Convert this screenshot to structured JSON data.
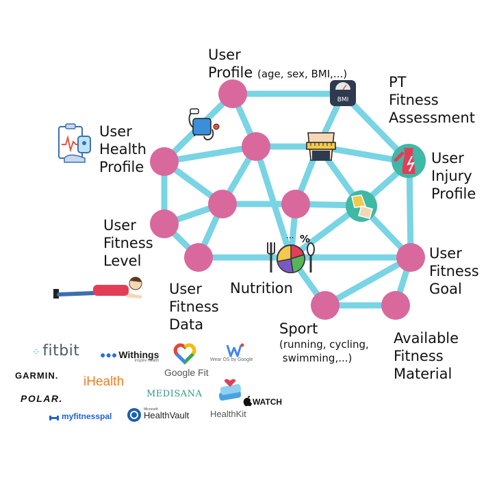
{
  "colors": {
    "edge": "#79d4e4",
    "node": "#d9689d",
    "node_stroke": "#c85a8e",
    "text": "#111111"
  },
  "labels": {
    "user_profile_line1": "User",
    "user_profile_line2": "Profile",
    "user_profile_sub": "(age, sex, BMI,...)",
    "pt_line1": "PT",
    "pt_line2": "Fitness",
    "pt_line3": "Assessment",
    "health_line1": "User",
    "health_line2": "Health",
    "health_line3": "Profile",
    "injury_line1": "User",
    "injury_line2": "Injury",
    "injury_line3": "Profile",
    "level_line1": "User",
    "level_line2": "Fitness",
    "level_line3": "Level",
    "goal_line1": "User",
    "goal_line2": "Fitness",
    "goal_line3": "Goal",
    "nutrition": "Nutrition",
    "data_line1": "User",
    "data_line2": "Fitness",
    "data_line3": "Data",
    "sport_line1": "Sport",
    "sport_line2": "(running, cycling,",
    "sport_line3": " swimming,...)",
    "material_line1": "Available",
    "material_line2": "Fitness",
    "material_line3": "Material",
    "bmi_icon_text": "BMI",
    "percent_icon_text": "%"
  },
  "logos": {
    "fitbit": "fitbit",
    "withings": "Withings",
    "withings_tag": "Inspire health",
    "garmin": "GARMIN.",
    "ihealth": "iHealth",
    "medisana": "MEDISANA",
    "polar": "POLAR.",
    "myfitnesspal": "myfitnesspal",
    "healthvault_ms": "Microsoft",
    "healthvault": "HealthVault",
    "google_fit": "Google Fit",
    "wear_os": "Wear OS by Google",
    "apple_watch": "WATCH",
    "healthkit": "HealthKit"
  },
  "icons": {
    "blood_pressure": "blood-pressure-monitor-icon",
    "bmi_scale": "bmi-scale-icon",
    "tape_measure": "tape-measure-icon",
    "injury": "injury-body-icon",
    "clipboard": "health-clipboard-icon",
    "joint": "joint-icon",
    "nutrition": "nutrition-pie-icon",
    "plank": "plank-person-icon"
  },
  "graph": {
    "nodes": [
      {
        "id": "profile"
      },
      {
        "id": "bmi"
      },
      {
        "id": "health"
      },
      {
        "id": "c1"
      },
      {
        "id": "tape"
      },
      {
        "id": "injury"
      },
      {
        "id": "c2"
      },
      {
        "id": "c3"
      },
      {
        "id": "joint"
      },
      {
        "id": "level"
      },
      {
        "id": "data"
      },
      {
        "id": "nutrition"
      },
      {
        "id": "goal"
      },
      {
        "id": "sport"
      },
      {
        "id": "material"
      }
    ],
    "edges": [
      [
        "profile",
        "bmi"
      ],
      [
        "profile",
        "health"
      ],
      [
        "profile",
        "c1"
      ],
      [
        "bmi",
        "injury"
      ],
      [
        "bmi",
        "tape"
      ],
      [
        "health",
        "c1"
      ],
      [
        "health",
        "level"
      ],
      [
        "health",
        "c2"
      ],
      [
        "c1",
        "tape"
      ],
      [
        "c1",
        "c2"
      ],
      [
        "c1",
        "nutrition"
      ],
      [
        "tape",
        "injury"
      ],
      [
        "tape",
        "joint"
      ],
      [
        "tape",
        "c3"
      ],
      [
        "injury",
        "joint"
      ],
      [
        "injury",
        "goal"
      ],
      [
        "c2",
        "c3"
      ],
      [
        "c2",
        "level"
      ],
      [
        "c2",
        "data"
      ],
      [
        "c3",
        "joint"
      ],
      [
        "c3",
        "nutrition"
      ],
      [
        "joint",
        "nutrition"
      ],
      [
        "joint",
        "goal"
      ],
      [
        "level",
        "data"
      ],
      [
        "data",
        "nutrition"
      ],
      [
        "nutrition",
        "goal"
      ],
      [
        "nutrition",
        "sport"
      ],
      [
        "goal",
        "sport"
      ],
      [
        "goal",
        "material"
      ],
      [
        "sport",
        "material"
      ]
    ]
  }
}
